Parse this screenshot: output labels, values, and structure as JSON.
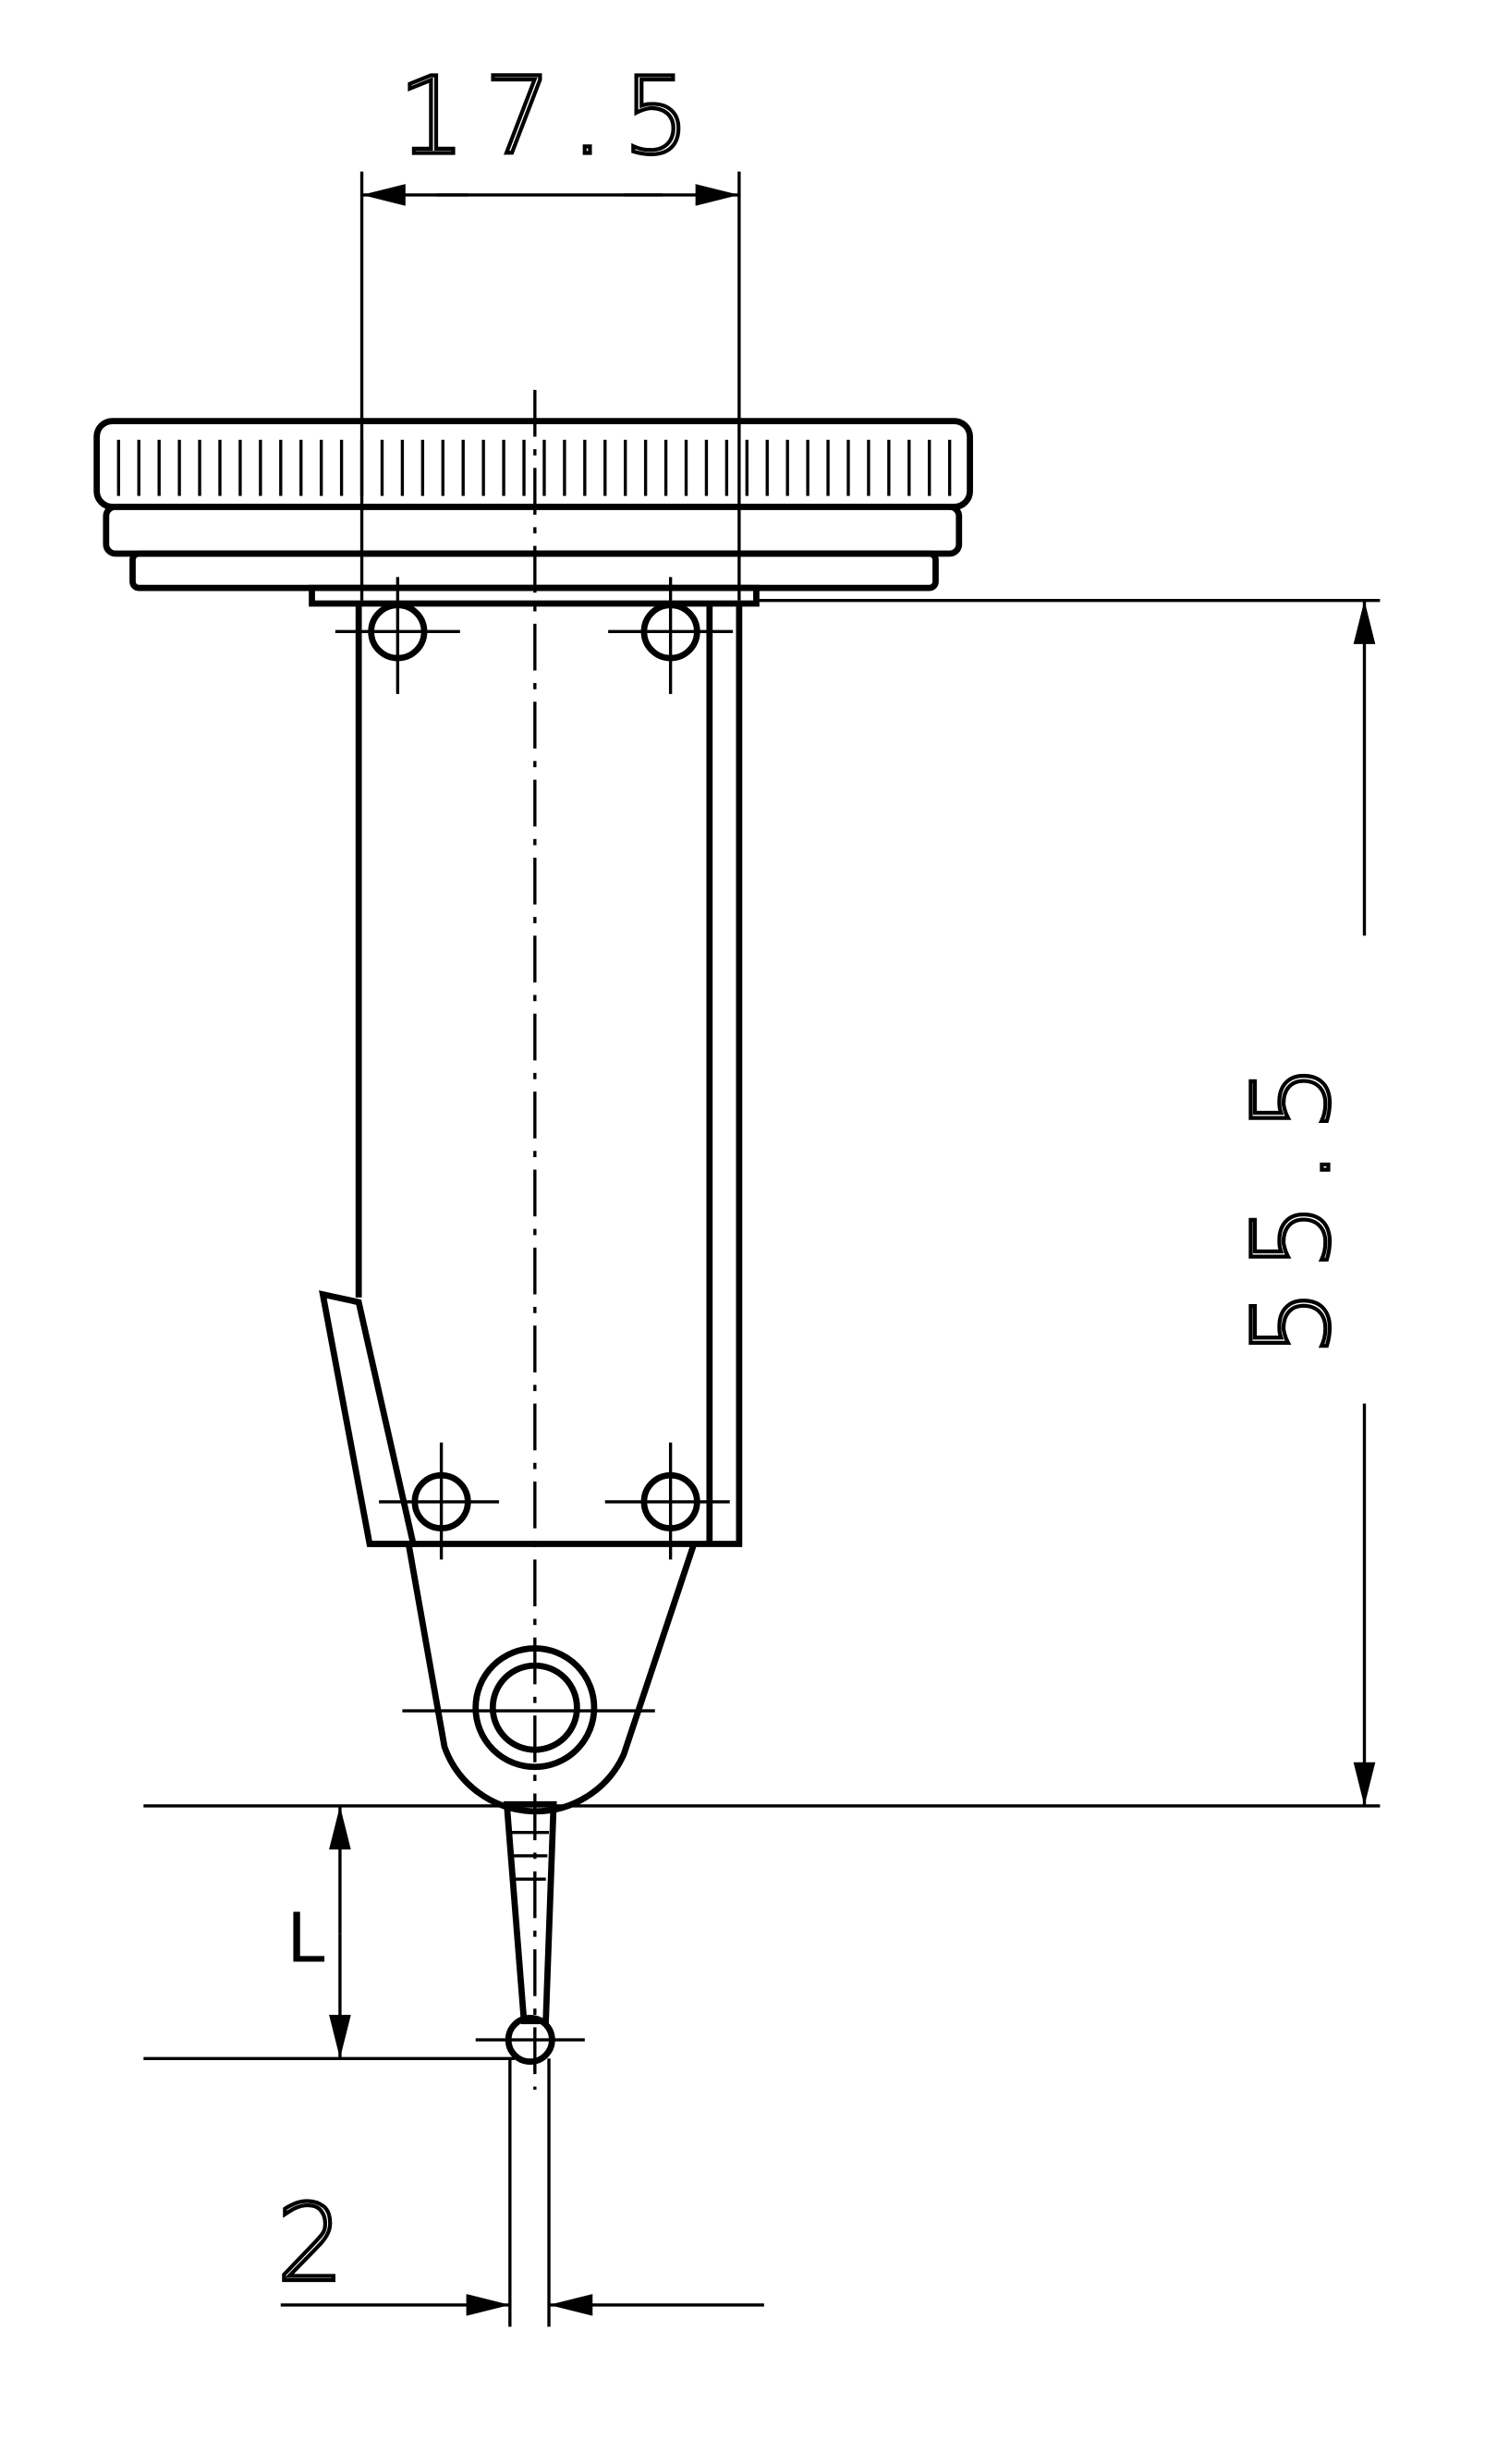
{
  "drawing": {
    "dimensions": {
      "width_top": "17.5",
      "height_body": "55.5",
      "stylus_length": "L",
      "ball_diameter": "2"
    },
    "line_color": "#000000",
    "background_color": "#ffffff"
  }
}
